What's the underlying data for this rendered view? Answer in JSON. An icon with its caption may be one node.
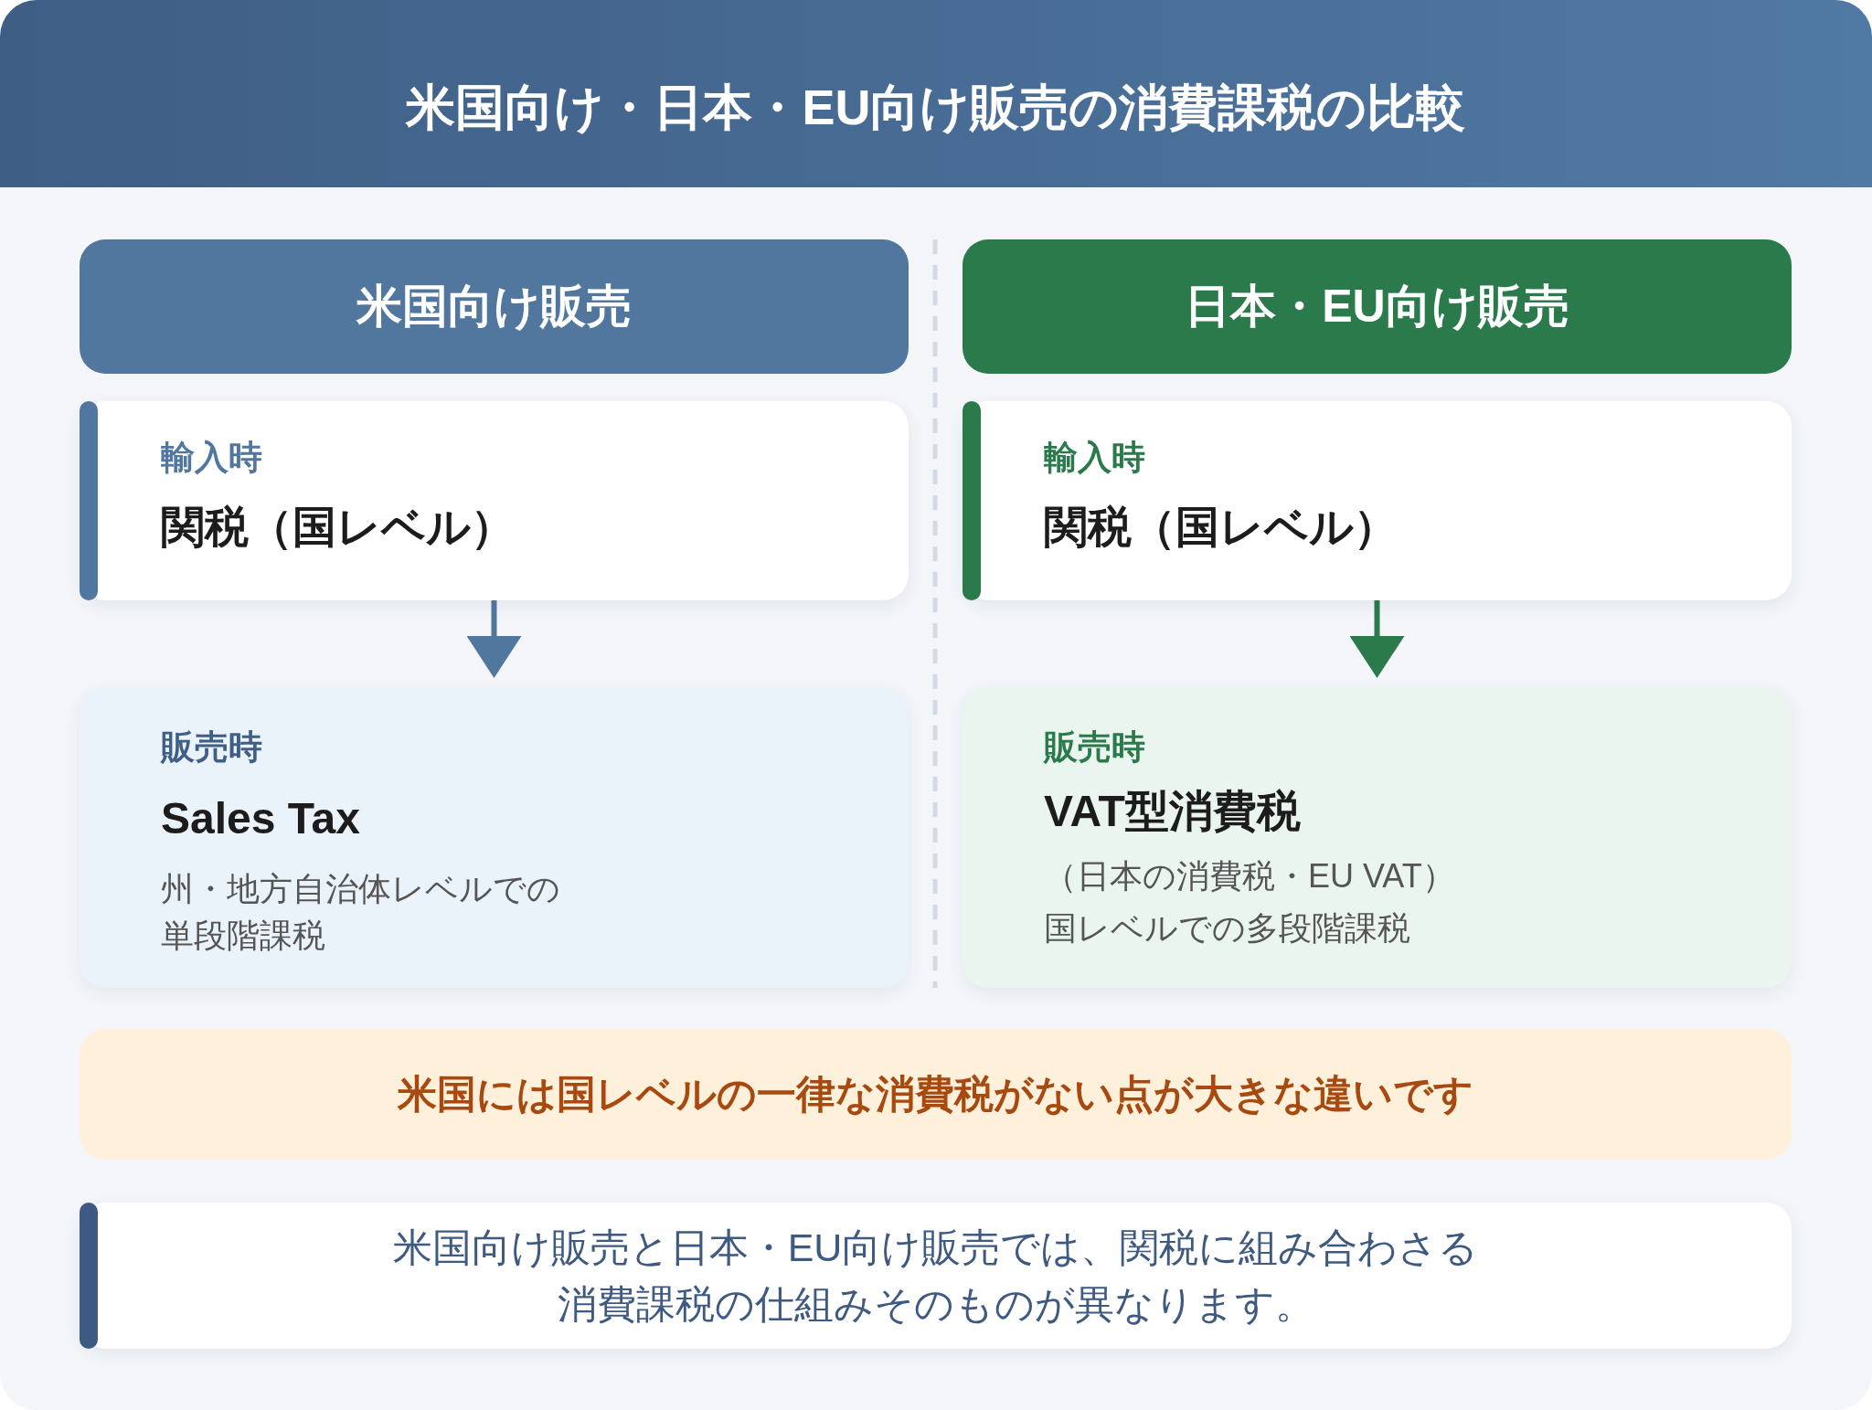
{
  "diagram": {
    "title": "米国向け・日本・EU向け販売の消費課税の比較",
    "nodes": [
      {
        "text": [
          "米国向け販売"
        ]
      },
      {
        "text": [
          "日本・EU向け販売"
        ]
      },
      {
        "text": [
          "輸入時",
          "関税（国レベル）"
        ]
      },
      {
        "text": [
          "輸入時",
          "関税（国レベル）"
        ]
      },
      {
        "text": [
          "販売時",
          "Sales Tax",
          "州・地方自治体レベルでの単段階課税"
        ]
      },
      {
        "text": [
          "販売時",
          "VAT型消費税",
          "（日本の消費税・EU VAT）",
          "国レベルでの多段階課税"
        ]
      },
      {
        "text": [
          "米国には国レベルの一律な消費税がない点が大きな違いです"
        ]
      },
      {
        "text": [
          "米国向け販売と日本・EU向け販売では、関税に組み合わさる消費課税の仕組みそのものが異なります。"
        ]
      }
    ],
    "edges": [
      {
        "from": 2,
        "to": 4,
        "arrow": "to",
        "color": "#52779f"
      },
      {
        "from": 3,
        "to": 5,
        "arrow": "to",
        "color": "#2a7a4b"
      }
    ]
  }
}
